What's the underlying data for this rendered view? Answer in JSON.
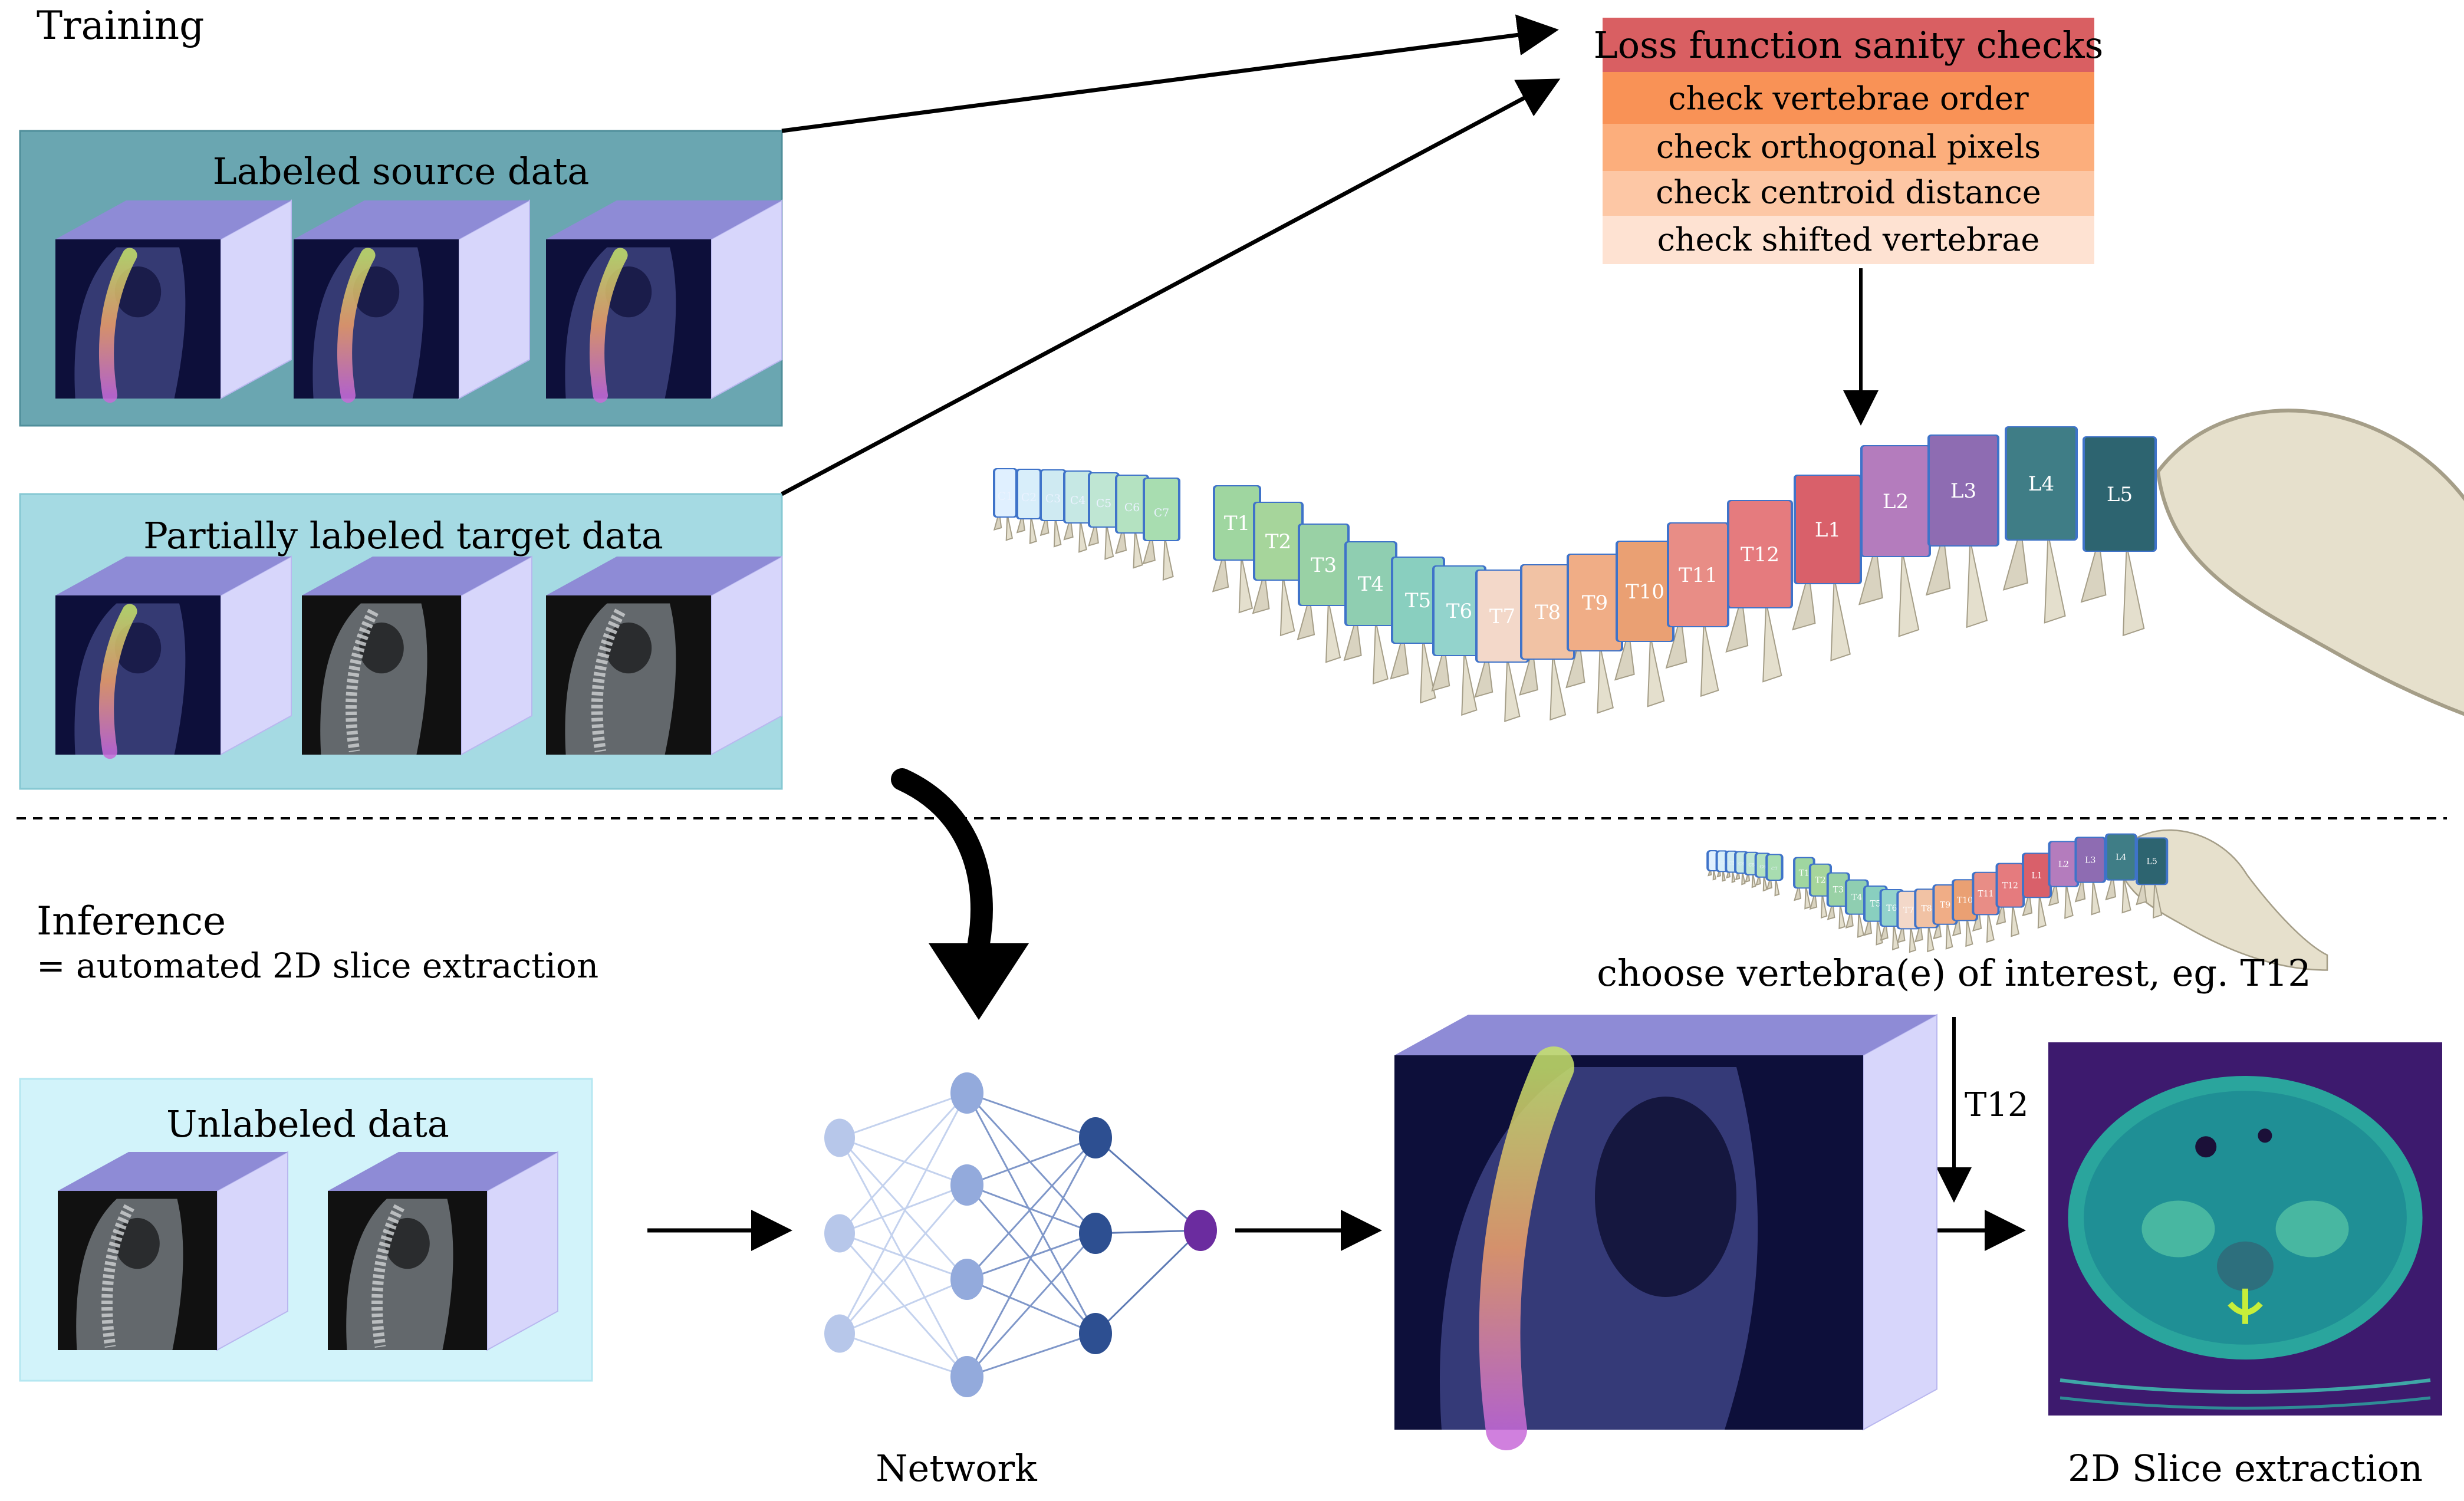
{
  "sections": {
    "training_heading": "Training",
    "inference_heading": "Inference",
    "inference_subheading": "= automated 2D slice extraction"
  },
  "panels": {
    "labeled_source": "Labeled source data",
    "partial_target": "Partially labeled target data",
    "unlabeled": "Unlabeled data"
  },
  "sanity_checks": {
    "title": "Loss function sanity checks",
    "items": [
      "check vertebrae order",
      "check orthogonal pixels",
      "check centroid distance",
      "check shifted vertebrae"
    ],
    "colors": [
      "#d95f62",
      "#f99256",
      "#fcae7c",
      "#fdc7a5",
      "#fee2d2"
    ]
  },
  "spine": {
    "vertebrae": [
      "C1",
      "C2",
      "C3",
      "C4",
      "C5",
      "C6",
      "C7",
      "T1",
      "T2",
      "T3",
      "T4",
      "T5",
      "T6",
      "T7",
      "T8",
      "T9",
      "T10",
      "T11",
      "T12",
      "L1",
      "L2",
      "L3",
      "L4",
      "L5"
    ]
  },
  "inference": {
    "choose_label": "choose vertebra(e) of interest, eg. T12",
    "arrow_label": "T12",
    "network_label": "Network",
    "slice_label": "2D Slice extraction"
  },
  "colors": {
    "panel_source": "#6aa6b1",
    "panel_target": "#a5dae3",
    "panel_unlabeled": "#d2f3fa",
    "cube_face": "#d7d6fb",
    "cube_top": "#8e8bd6",
    "scan_dark": "#0d0f3a",
    "network_light": "#b7c7ea",
    "network_mid": "#93aadc",
    "network_dark": "#2d4f91",
    "network_output": "#6b2c9f"
  }
}
